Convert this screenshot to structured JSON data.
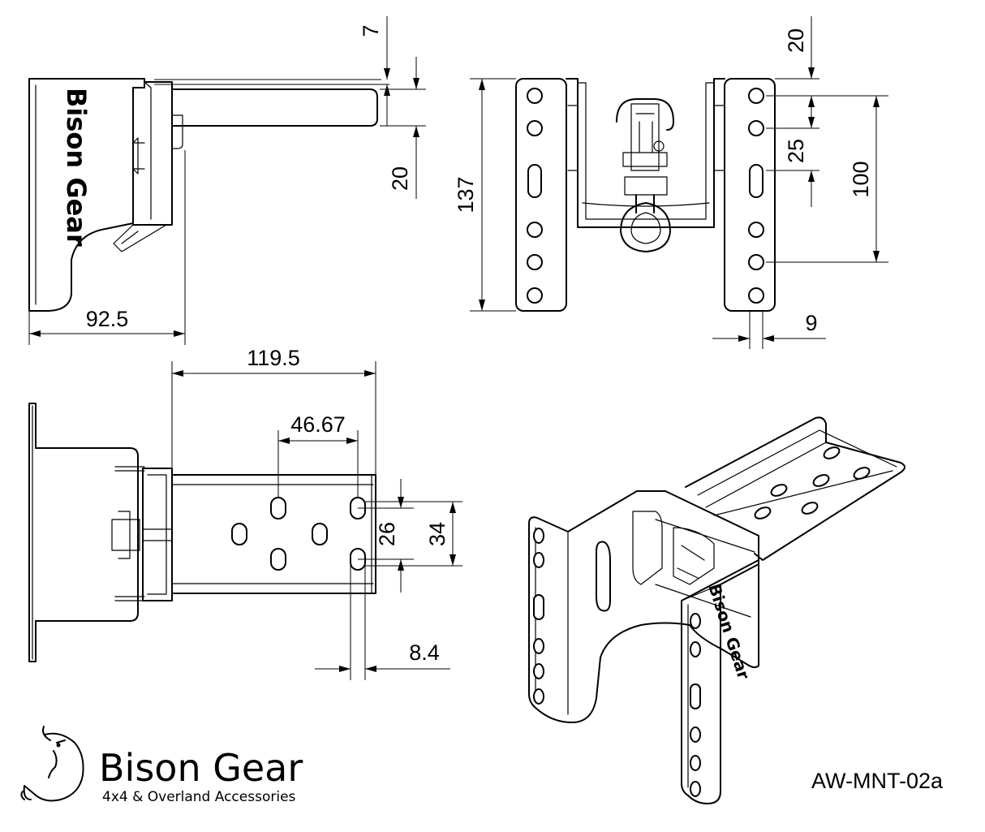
{
  "side_view": {
    "stamp_text": "Bison Gear",
    "dim_width": "92.5",
    "dim_top": "7",
    "dim_bar": "20"
  },
  "front_view": {
    "dim_height": "137",
    "dim_top_offset": "20",
    "dim_pitch": "25",
    "dim_span": "100",
    "dim_edge": "9"
  },
  "top_view": {
    "dim_length": "119.5",
    "dim_hole_spacing": "46.67",
    "dim_inner": "26",
    "dim_outer": "34",
    "dim_slot": "8.4"
  },
  "iso_view": {
    "stamp_text": "Bison Gear"
  },
  "title_block": {
    "brand_name": "Bison Gear",
    "tagline": "4x4 & Overland Accessories",
    "part_number": "AW-MNT-02a"
  }
}
